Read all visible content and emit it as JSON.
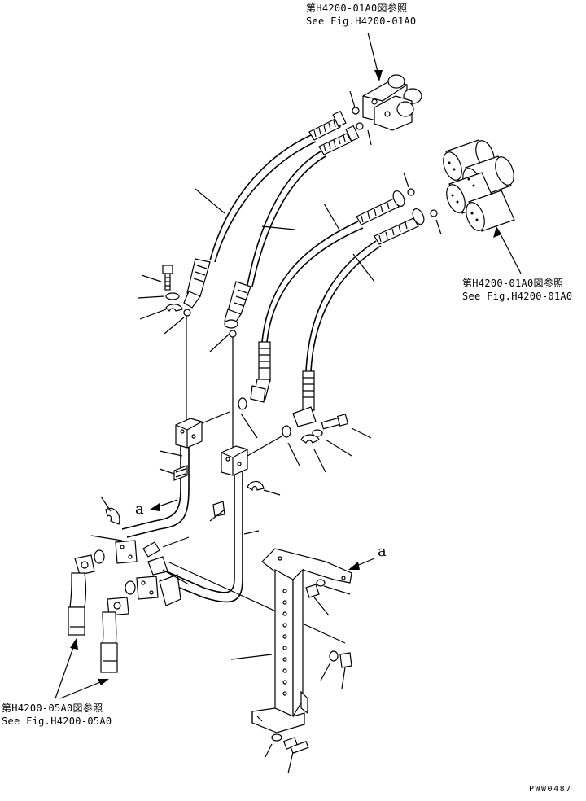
{
  "references": {
    "top": {
      "line1": "第H4200-01A0図参照",
      "line2": "See Fig.H4200-01A0"
    },
    "right": {
      "line1": "第H4200-01A0図参照",
      "line2": "See Fig.H4200-01A0"
    },
    "left": {
      "line1": "第H4200-05A0図参照",
      "line2": "See Fig.H4200-05A0"
    }
  },
  "detail_markers": {
    "left": "a",
    "right": "a"
  },
  "drawing_code": "PWW0487"
}
